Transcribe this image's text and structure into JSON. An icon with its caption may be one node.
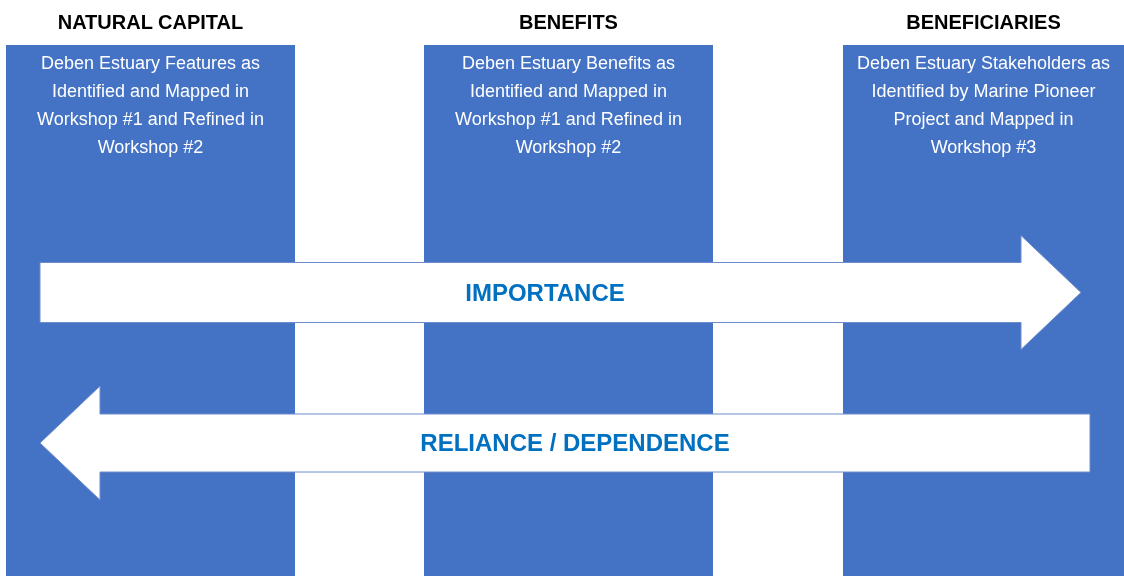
{
  "diagram": {
    "nodes": [
      {
        "text": [
          "NATURAL CAPITAL",
          "Deben Estuary Features as Identified and Mapped in Workshop #1 and Refined in Workshop #2"
        ]
      },
      {
        "text": [
          "BENEFITS",
          "Deben Estuary Benefits as Identified and Mapped in Workshop #1 and Refined in Workshop #2"
        ]
      },
      {
        "text": [
          "BENEFICIARIES",
          "Deben Estuary Stakeholders as Identified by Marine Pioneer Project and Mapped in Workshop #3"
        ]
      }
    ],
    "edges": [
      {
        "from": 0,
        "to": 2,
        "arrow": "to",
        "label": "IMPORTANCE",
        "style": "thick"
      },
      {
        "from": 2,
        "to": 0,
        "arrow": "to",
        "label": "RELIANCE / DEPENDENCE",
        "style": "thick"
      }
    ]
  }
}
